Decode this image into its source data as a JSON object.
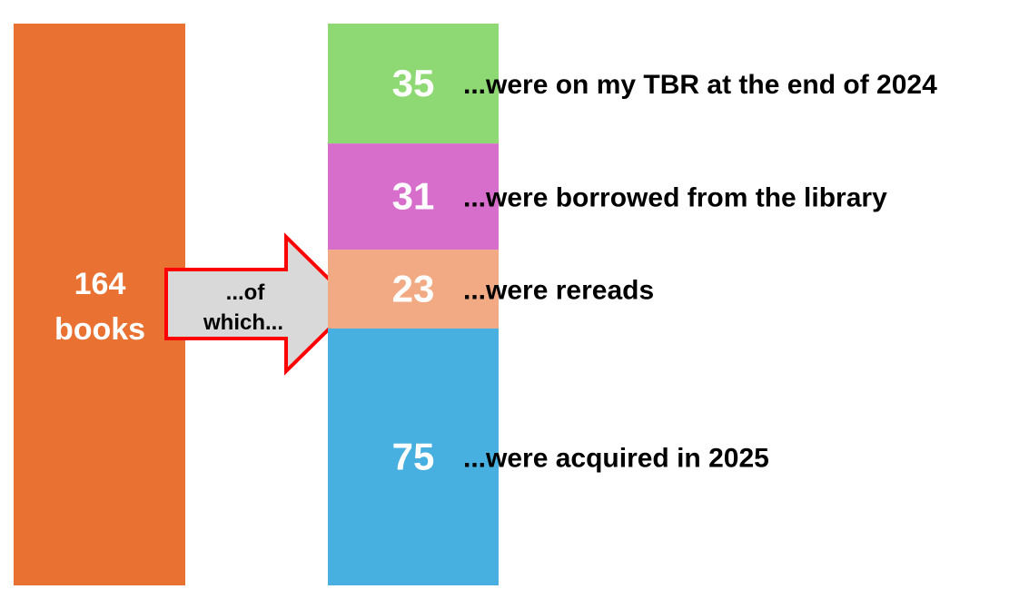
{
  "chart_data": {
    "type": "bar",
    "title": "",
    "total": {
      "value": 164,
      "label": "164",
      "unit": "books",
      "color": "#E97132"
    },
    "connector": {
      "line1": "...of",
      "line2": "which...",
      "fill": "#D9D9D9",
      "stroke": "#FF0000"
    },
    "segments": [
      {
        "value": 35,
        "label": "35",
        "description": "...were on my TBR at the end of 2024",
        "color": "#8ED973"
      },
      {
        "value": 31,
        "label": "31",
        "description": "...were borrowed from the library",
        "color": "#D86ECC"
      },
      {
        "value": 23,
        "label": "23",
        "description": "...were rereads",
        "color": "#F2AA84"
      },
      {
        "value": 75,
        "label": "75",
        "description": "...were acquired in 2025",
        "color": "#47B0E0"
      }
    ]
  }
}
